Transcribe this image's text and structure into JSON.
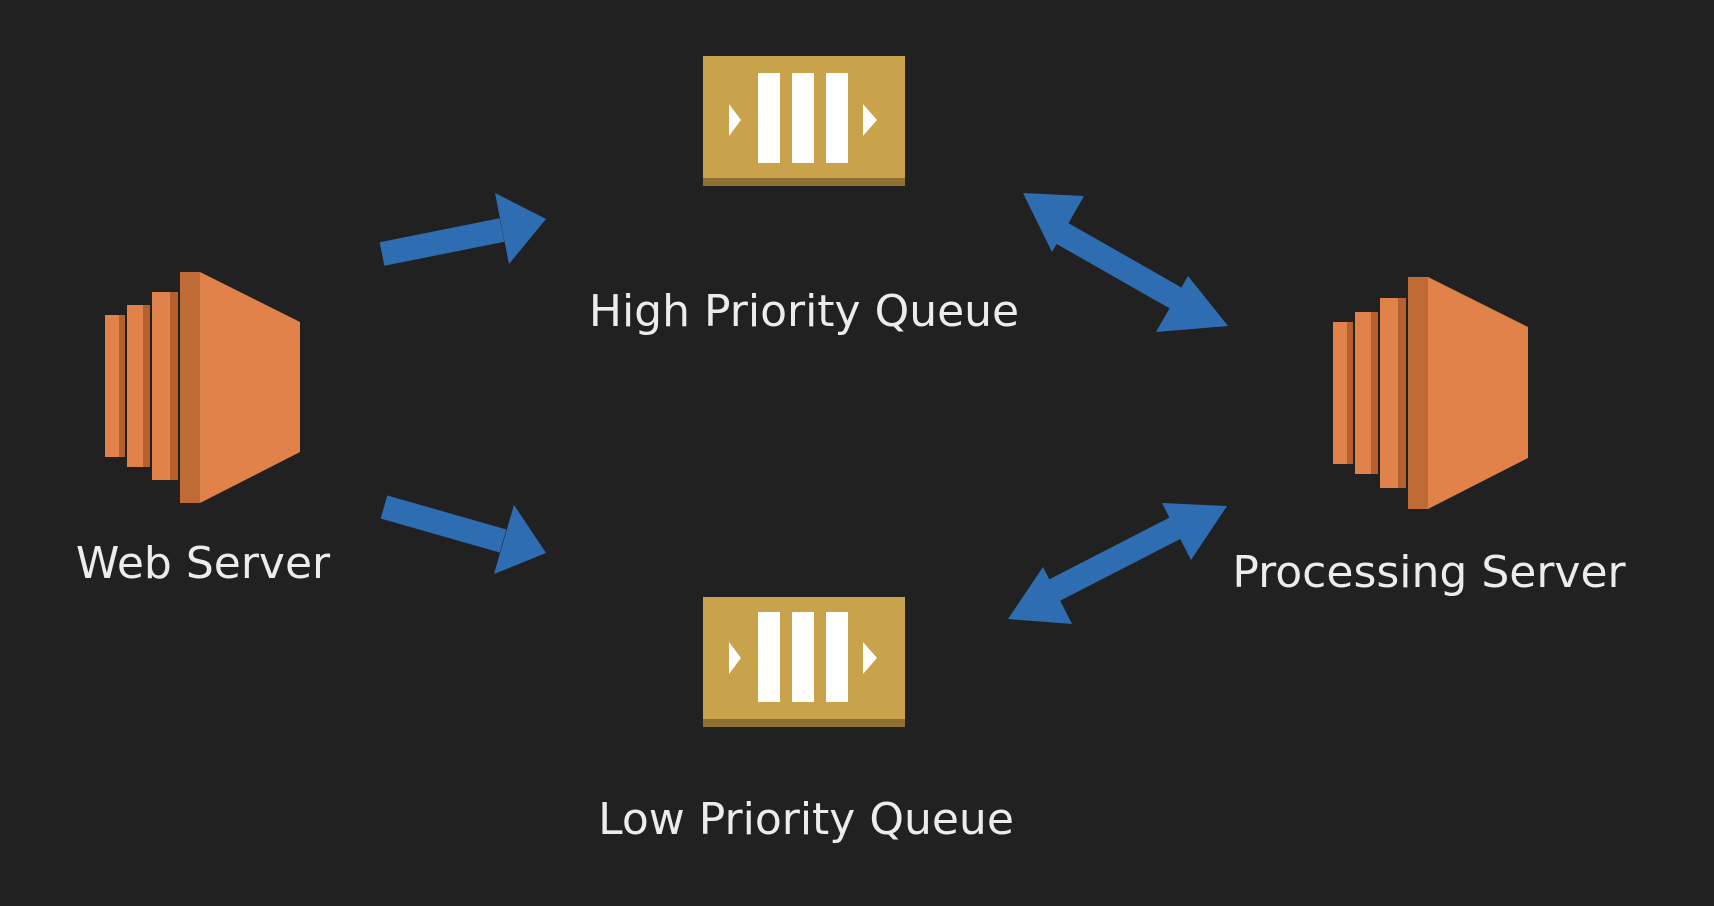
{
  "nodes": {
    "web_server": {
      "label": "Web Server",
      "icon": "server-instance-icon"
    },
    "high_queue": {
      "label": "High Priority Queue",
      "icon": "queue-icon"
    },
    "low_queue": {
      "label": "Low Priority Queue",
      "icon": "queue-icon"
    },
    "processing_server": {
      "label": "Processing Server",
      "icon": "server-instance-icon"
    }
  },
  "edges": [
    {
      "from": "Web Server",
      "to": "High Priority Queue",
      "direction": "one-way"
    },
    {
      "from": "Web Server",
      "to": "Low Priority Queue",
      "direction": "one-way"
    },
    {
      "from": "High Priority Queue",
      "to": "Processing Server",
      "direction": "two-way"
    },
    {
      "from": "Low Priority Queue",
      "to": "Processing Server",
      "direction": "two-way"
    }
  ],
  "colors": {
    "background": "#222122",
    "server_orange": "#e0824a",
    "server_orange_dark": "#b5602e",
    "queue_gold": "#c9a24c",
    "queue_gold_dark": "#8f7030",
    "arrow_blue": "#2f6db3",
    "label_text": "#ececec"
  }
}
